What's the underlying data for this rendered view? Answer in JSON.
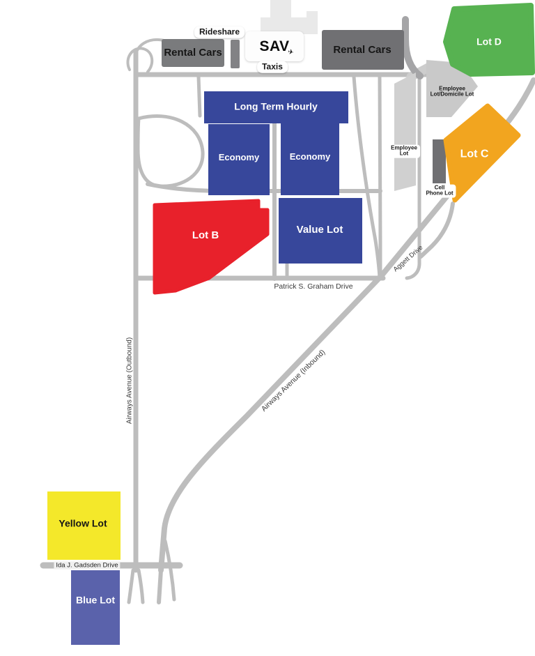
{
  "colors": {
    "road": "#bdbdbd",
    "road_light": "#cdcdcd",
    "road_dark": "#a5a5a7",
    "terminal": "#e9e9e9",
    "light_lot": "#d0d0d0",
    "light_lot2": "#c9c9c9",
    "dark_box": "#707073",
    "dark_box_light": "#7a7b7d",
    "lane": "#828285",
    "blue": "#37479b",
    "blue_lot": "#5a62ab",
    "red": "#e8212b",
    "yellow": "#f4e82a",
    "green": "#57b251",
    "orange": "#f2a51f"
  },
  "terminal": {
    "logo": "SAV",
    "swoosh": "✈",
    "taxis": "Taxis",
    "rideshare": "Rideshare"
  },
  "lots": {
    "rental_left": "Rental Cars",
    "rental_right": "Rental Cars",
    "lot_d": "Lot D",
    "employee_domicile_l1": "Employee",
    "employee_domicile_l2": "Lot/Domicile Lot",
    "lot_c": "Lot C",
    "employee_l1": "Employee",
    "employee_l2": "Lot",
    "cell_l1": "Cell",
    "cell_l2": "Phone Lot",
    "long_term": "Long Term Hourly",
    "economy": "Economy",
    "lot_b": "Lot B",
    "value": "Value Lot",
    "yellow": "Yellow Lot",
    "blue": "Blue Lot"
  },
  "roads": {
    "patrick": "Patrick S. Graham Drive",
    "aggett": "Aggett Drive",
    "inbound": "Airways Avenue (Inbound)",
    "outbound": "Airways Avenue (Outbound)",
    "gadsden": "Ida J. Gadsden Drive"
  }
}
